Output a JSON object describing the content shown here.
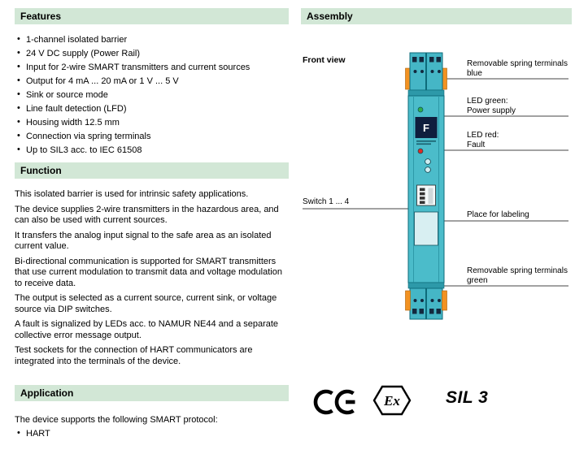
{
  "page": {
    "heading_bg": "#d2e7d6",
    "device_teal": "#4bbcca",
    "device_orange": "#f29222"
  },
  "features": {
    "title": "Features",
    "items": [
      "1-channel isolated barrier",
      "24 V DC supply (Power Rail)",
      "Input for 2-wire SMART transmitters and current sources",
      "Output for 4 mA ... 20 mA or 1 V ... 5 V",
      "Sink or source mode",
      "Line fault detection (LFD)",
      "Housing width 12.5 mm",
      "Connection via spring terminals",
      "Up to SIL3 acc. to IEC 61508"
    ]
  },
  "function": {
    "title": "Function",
    "paragraphs": [
      "This isolated barrier is used for intrinsic safety applications.",
      "The device supplies 2-wire transmitters in the hazardous area, and can also be used with current sources.",
      "It transfers the analog input signal to the safe area as an isolated current value.",
      "Bi-directional communication is supported for SMART transmitters that use current modulation to transmit data and voltage modulation to receive data.",
      "The output is selected as a current source, current sink, or voltage source via DIP switches.",
      "A fault is signalized by LEDs acc. to NAMUR NE44 and a separate collective error message output.",
      "Test sockets for the connection of HART communicators are integrated into the terminals of the device."
    ]
  },
  "application": {
    "title": "Application",
    "intro": "The device supports the following SMART protocol:",
    "items": [
      "HART"
    ]
  },
  "assembly": {
    "title": "Assembly",
    "front_view": "Front view",
    "callouts": {
      "terminals_blue_1": "Removable spring terminals",
      "terminals_blue_2": "blue",
      "led_green_1": "LED green:",
      "led_green_2": "Power supply",
      "led_red_1": "LED red:",
      "led_red_2": "Fault",
      "switch": "Switch 1 ... 4",
      "labeling": "Place for labeling",
      "terminals_green_1": "Removable spring terminals",
      "terminals_green_2": "green"
    },
    "device": {
      "logo_text": "F"
    },
    "marks": {
      "ce": "CE",
      "ex": "Ex",
      "sil": "SIL 3"
    }
  }
}
